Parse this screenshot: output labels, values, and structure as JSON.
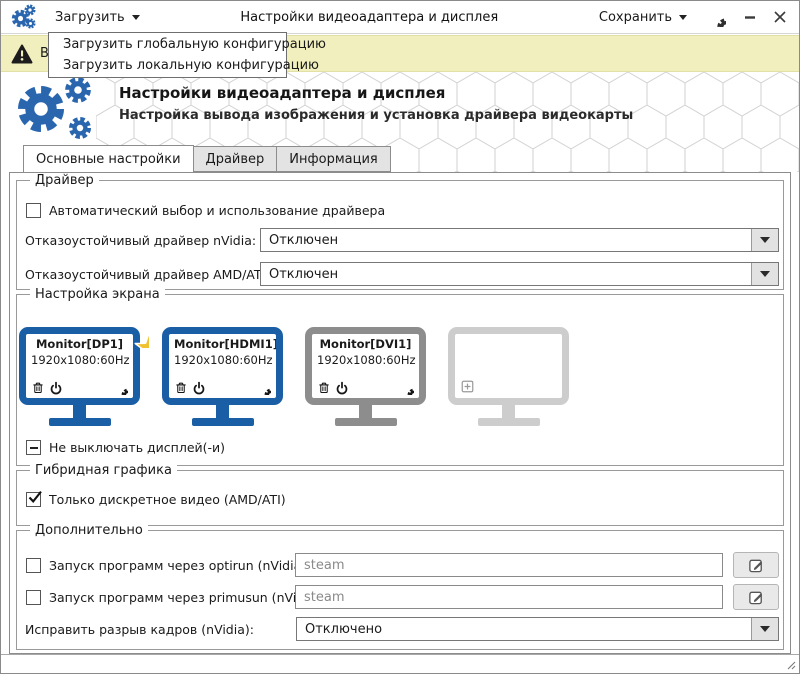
{
  "titlebar": {
    "load_button": "Загрузить",
    "title": "Настройки видеоадаптера и дисплея",
    "save_button": "Сохранить"
  },
  "load_menu": {
    "items": [
      {
        "label": "Загрузить глобальную конфигурацию"
      },
      {
        "label": "Загрузить локальную конфигурацию"
      }
    ]
  },
  "warning_bar": {
    "visible_text": "В"
  },
  "header": {
    "title": "Настройки видеоадаптера и дисплея",
    "subtitle": "Настройка вывода изображения и установка драйвера видеокарты"
  },
  "tabs": [
    {
      "label": "Основные настройки",
      "active": true
    },
    {
      "label": "Драйвер",
      "active": false
    },
    {
      "label": "Информация",
      "active": false
    }
  ],
  "driver_group": {
    "title": "Драйвер",
    "auto_driver": {
      "label": "Автоматический выбор и использование драйвера",
      "checked": false
    },
    "nvidia_failsafe": {
      "label": "Отказоустойчивый драйвер nVidia:",
      "value": "Отключен"
    },
    "amd_failsafe": {
      "label": "Отказоустойчивый драйвер AMD/ATI:",
      "value": "Отключен"
    }
  },
  "screen_group": {
    "title": "Настройка экрана",
    "monitors": [
      {
        "name": "Monitor[DP1]",
        "resolution": "1920x1080:60Hz",
        "state": "primary",
        "starred": true
      },
      {
        "name": "Monitor[HDMI1]",
        "resolution": "1920x1080:60Hz",
        "state": "active",
        "starred": false
      },
      {
        "name": "Monitor[DVI1]",
        "resolution": "1920x1080:60Hz",
        "state": "disconnected",
        "starred": false
      },
      {
        "name": "",
        "resolution": "",
        "state": "empty",
        "starred": false
      }
    ],
    "keep_on": {
      "label": "Не выключать дисплей(-и)",
      "state": "indeterminate"
    }
  },
  "hybrid_group": {
    "title": "Гибридная графика",
    "discrete_only": {
      "label": "Только дискретное видео (AMD/ATI)",
      "checked": true
    }
  },
  "extra_group": {
    "title": "Дополнительно",
    "optirun": {
      "label": "Запуск программ через optirun (nVidia):",
      "checked": false,
      "value": "",
      "placeholder": "steam"
    },
    "primusun": {
      "label": "Запуск программ через primusun (nVidia):",
      "checked": false,
      "value": "",
      "placeholder": "steam"
    },
    "tearing": {
      "label": "Исправить разрыв кадров (nVidia):",
      "value": "Отключено"
    }
  },
  "colors": {
    "accent_blue": "#1a5fa5",
    "star_gold": "#f0c232",
    "warning_bg": "#f1efbd",
    "disconnected_gray": "#8d8d8d",
    "empty_gray": "#cdcdcd",
    "tab_inactive_bg": "#e3e3e3"
  },
  "icons": {
    "app-icon": "gears",
    "load-caret-icon": "▼",
    "save-caret-icon": "▼",
    "settings-icon": "⚙",
    "minimize-icon": "−",
    "close-icon": "✕",
    "warning-icon": "⚠",
    "star-icon": "★",
    "trash-icon": "🗑",
    "power-icon": "⏻",
    "monitor-gear-icon": "⚙",
    "add-display-icon": "⊞",
    "edit-icon": "✎",
    "combo-caret": "▼",
    "resize-grip": "◢"
  }
}
